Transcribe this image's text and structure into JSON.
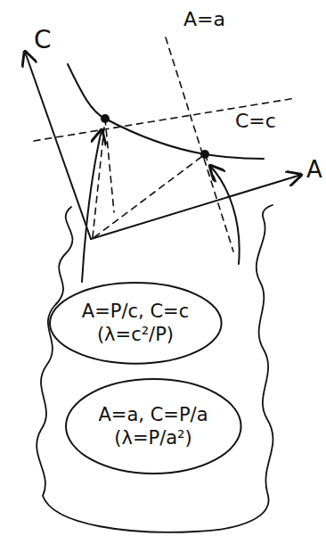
{
  "diagram": {
    "nodes": [
      {
        "text": [
          "A=P/c, C=c",
          "(λ=c²/P)"
        ]
      },
      {
        "text": [
          "A=a, C=P/a",
          "(λ=P/a²)"
        ]
      }
    ],
    "labels": [
      "C",
      "A=a",
      "C=c",
      "A"
    ]
  }
}
